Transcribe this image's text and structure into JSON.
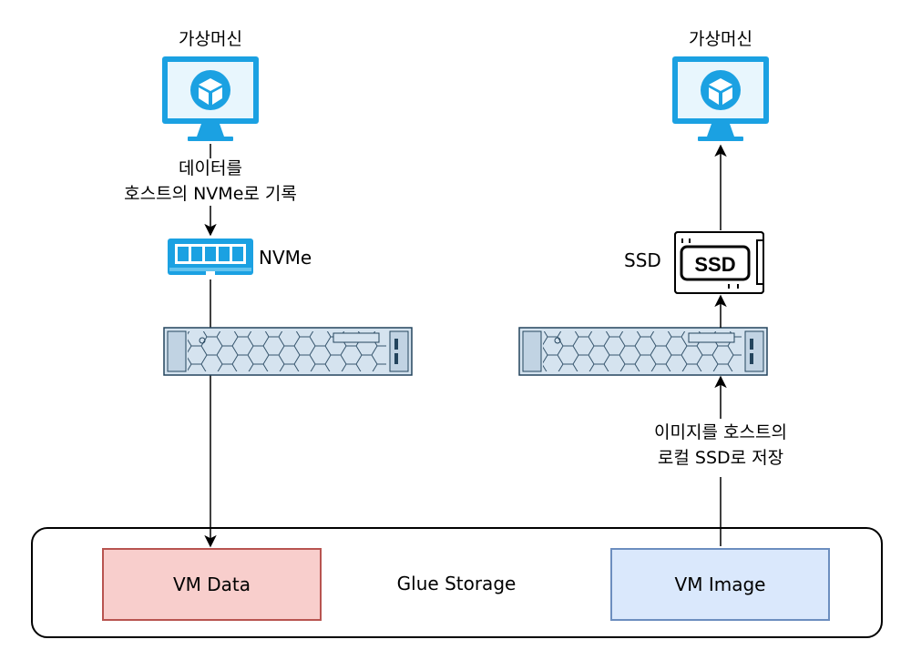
{
  "left": {
    "vm_label": "가상머신",
    "edge_label_line1": "데이터를",
    "edge_label_line2": "호스트의 NVMe로 기록",
    "nvme_label": "NVMe"
  },
  "right": {
    "vm_label": "가상머신",
    "ssd_label": "SSD",
    "ssd_chip_text": "SSD",
    "edge_label_line1": "이미지를 호스트의",
    "edge_label_line2": "로컬 SSD로 저장"
  },
  "storage": {
    "label": "Glue Storage",
    "vm_data": "VM Data",
    "vm_image": "VM Image"
  },
  "colors": {
    "monitor": "#1ba1e2",
    "monitor_light": "#63c3ee",
    "vm_data_fill": "#f8cecc",
    "vm_data_stroke": "#b85450",
    "vm_image_fill": "#dae8fc",
    "vm_image_stroke": "#6c8ebf",
    "server_fill": "#d5e3ef",
    "server_stroke": "#23445d"
  },
  "icons": [
    "virtual-machine-icon",
    "nvme-memory-icon",
    "ssd-icon",
    "rack-server-icon"
  ]
}
